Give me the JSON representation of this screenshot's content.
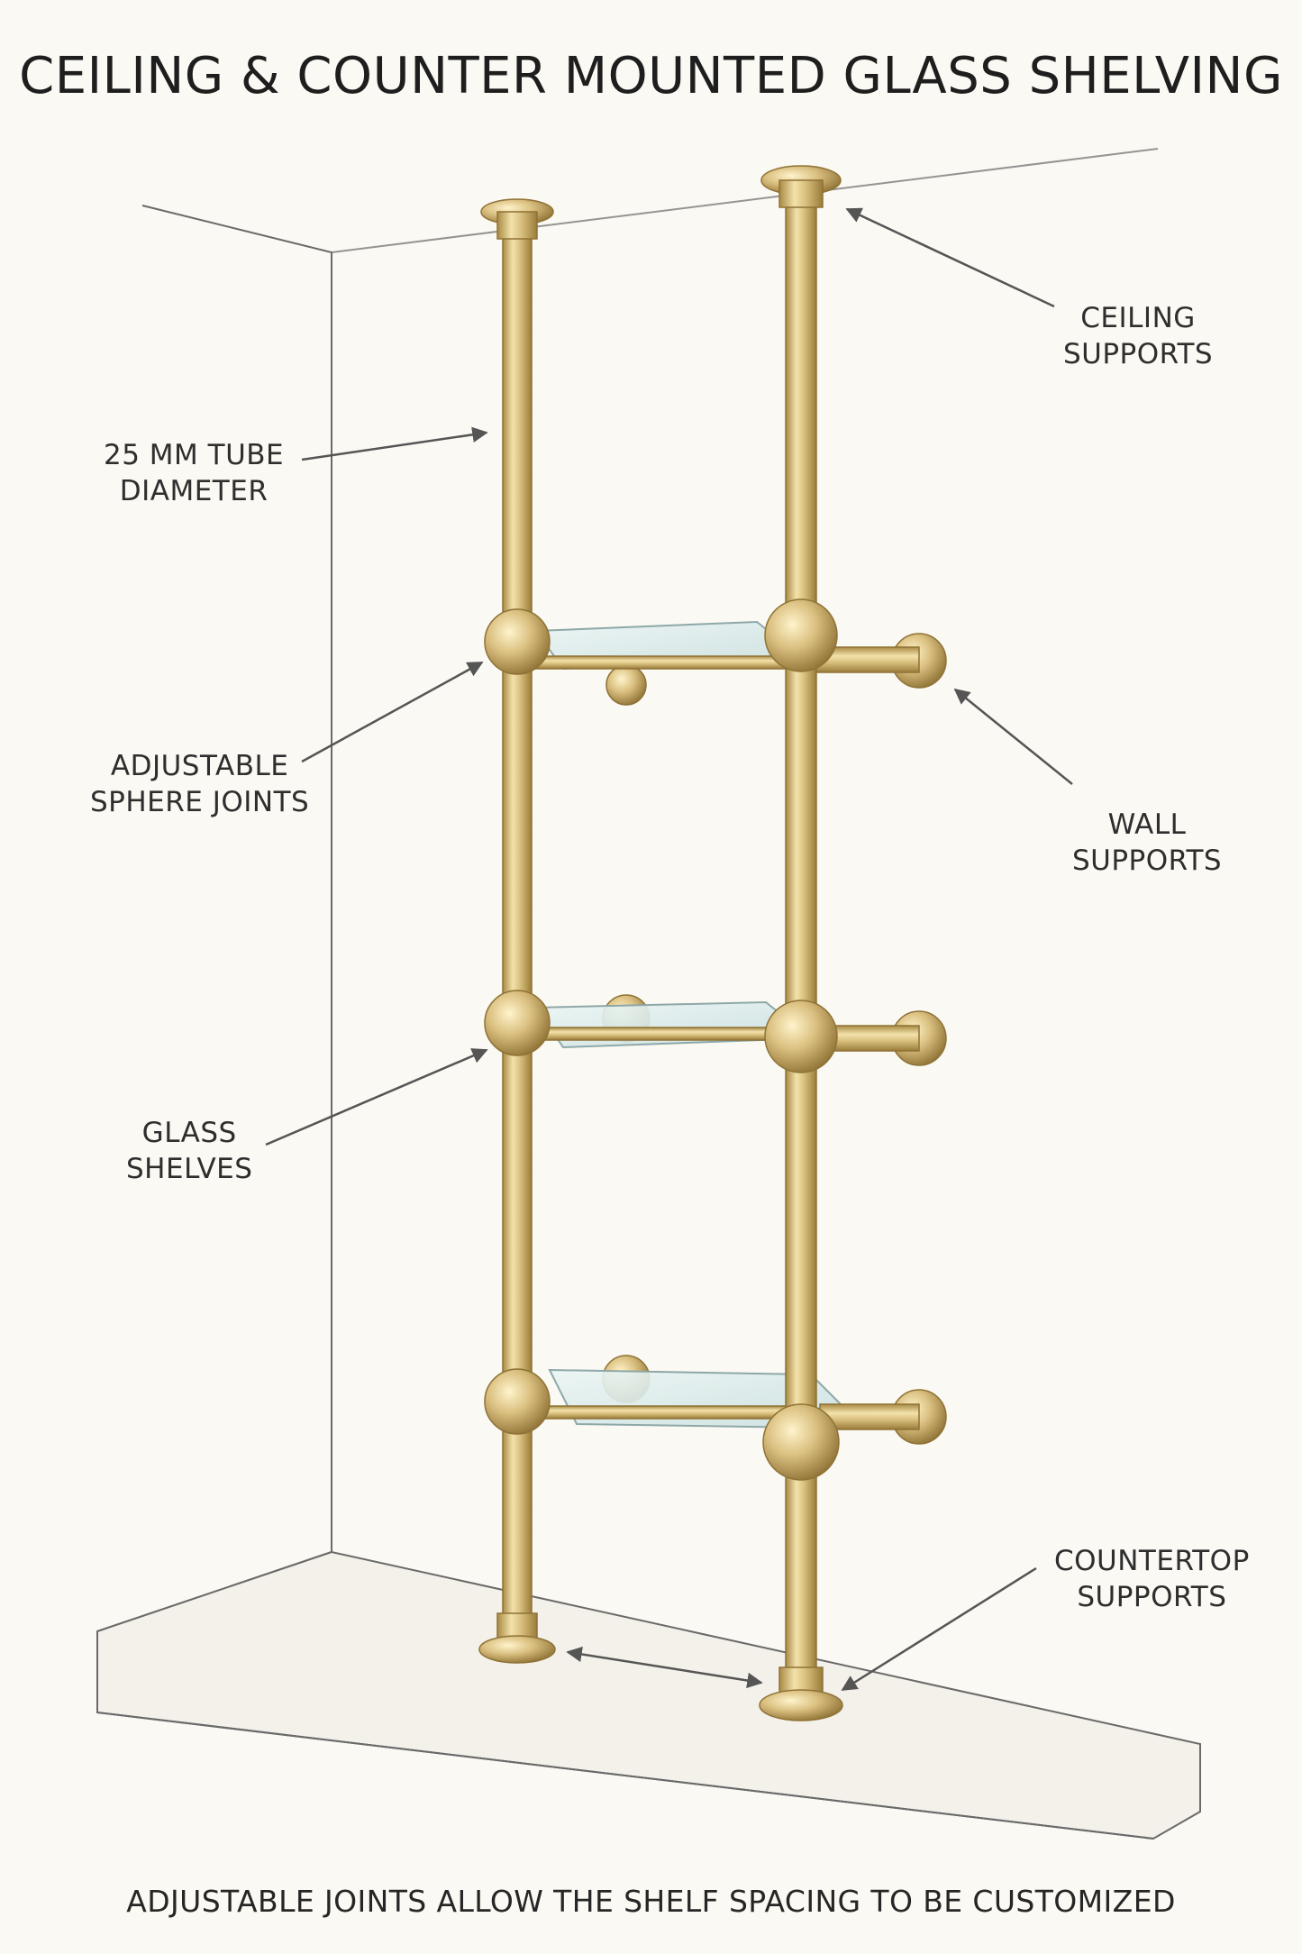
{
  "title": "CEILING & COUNTER MOUNTED GLASS SHELVING",
  "labels": {
    "tube_diameter": [
      "25 MM TUBE",
      "DIAMETER"
    ],
    "sphere_joints": [
      "ADJUSTABLE",
      "SPHERE JOINTS"
    ],
    "glass_shelves": [
      "GLASS",
      "SHELVES"
    ],
    "ceiling_supports": [
      "CEILING",
      "SUPPORTS"
    ],
    "wall_supports": [
      "WALL",
      "SUPPORTS"
    ],
    "countertop_supports": [
      "COUNTERTOP",
      "SUPPORTS"
    ]
  },
  "caption": "ADJUSTABLE JOINTS ALLOW THE SHELF SPACING TO BE CUSTOMIZED",
  "colors": {
    "brass": "#d9c07e",
    "brass_dark": "#a88a45",
    "glass": "#dcecec",
    "line": "#555555",
    "background": "#fbf9f3"
  }
}
